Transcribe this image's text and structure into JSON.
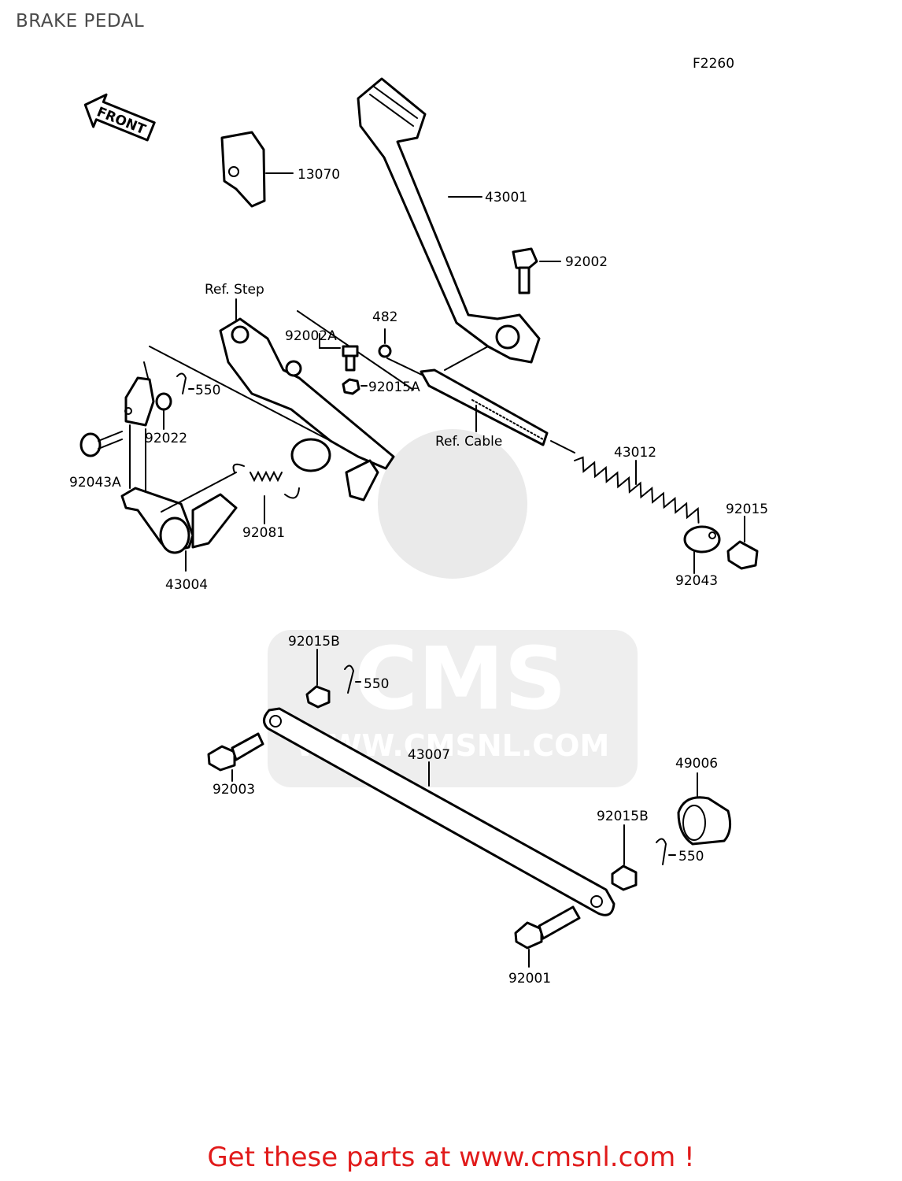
{
  "page": {
    "title": "BRAKE PEDAL",
    "figure_code": "F2260",
    "front_arrow_label": "FRONT",
    "watermark": {
      "brand": "CMS",
      "url": "WWW.CMSNL.COM"
    },
    "footer_cta": "Get these parts at www.cmsnl.com !"
  },
  "labels": {
    "p13070": "13070",
    "p43001": "43001",
    "p92002": "92002",
    "ref_step": "Ref. Step",
    "p482": "482",
    "p92002A": "92002A",
    "p92015A": "92015A",
    "p550_top": "550",
    "p92022": "92022",
    "p92043A": "92043A",
    "ref_cable": "Ref. Cable",
    "p43012": "43012",
    "p92015": "92015",
    "p92043": "92043",
    "p92081": "92081",
    "p43004": "43004",
    "p92015B_top": "92015B",
    "p550_mid": "550",
    "p43007": "43007",
    "p92003": "92003",
    "p49006": "49006",
    "p92015B_bot": "92015B",
    "p550_bot": "550",
    "p92001": "92001"
  }
}
